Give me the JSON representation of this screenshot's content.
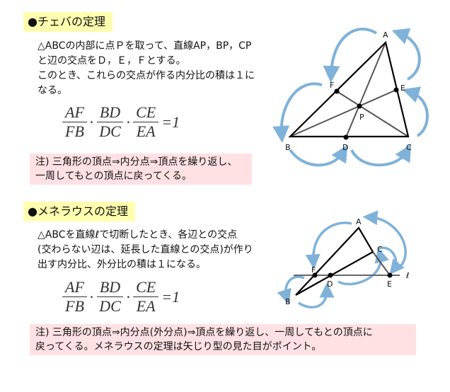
{
  "ceva": {
    "title": "●チェバの定理",
    "description": "△ABCの内部に点Ｐを取って、直線AP，BP，CP\nと辺の交点をＤ，Ｅ，Ｆとする。\nこのとき、これらの交点が作る内分比の積は１に\nなる。",
    "formula": {
      "n1": "AF",
      "d1": "FB",
      "n2": "BD",
      "d2": "DC",
      "n3": "CE",
      "d3": "EA",
      "dot": "·",
      "rhs": "=1"
    },
    "note": "注) 三角形の頂点⇒内分点⇒頂点を繰り返し、\n一周してもとの頂点に戻ってくる。",
    "labels": {
      "A": "A",
      "B": "B",
      "C": "C",
      "D": "D",
      "E": "E",
      "F": "F",
      "P": "P"
    }
  },
  "menelaus": {
    "title": "●メネラウスの定理",
    "description": "△ABCを直線ℓで切断したとき、各辺との交点\n(交わらない辺は、延長した直線との交点)が作り\n出す内分比、外分比の積は１になる。",
    "formula": {
      "n1": "AF",
      "d1": "FB",
      "n2": "BD",
      "d2": "DC",
      "n3": "CE",
      "d3": "EA",
      "dot": "·",
      "rhs": "=1"
    },
    "note": "注) 三角形の頂点⇒内分点(外分点)⇒頂点を繰り返し、一周してもとの頂点に\n戻ってくる。メネラウスの定理は矢じり型の見た目がポイント。",
    "labels": {
      "A": "A",
      "B": "B",
      "C": "C",
      "D": "D",
      "E": "E",
      "F": "F",
      "line": "ℓ"
    }
  },
  "colors": {
    "title_bg": "#ffffb0",
    "note_bg": "#ffe1e4",
    "arrow": "#7fb2d9"
  }
}
